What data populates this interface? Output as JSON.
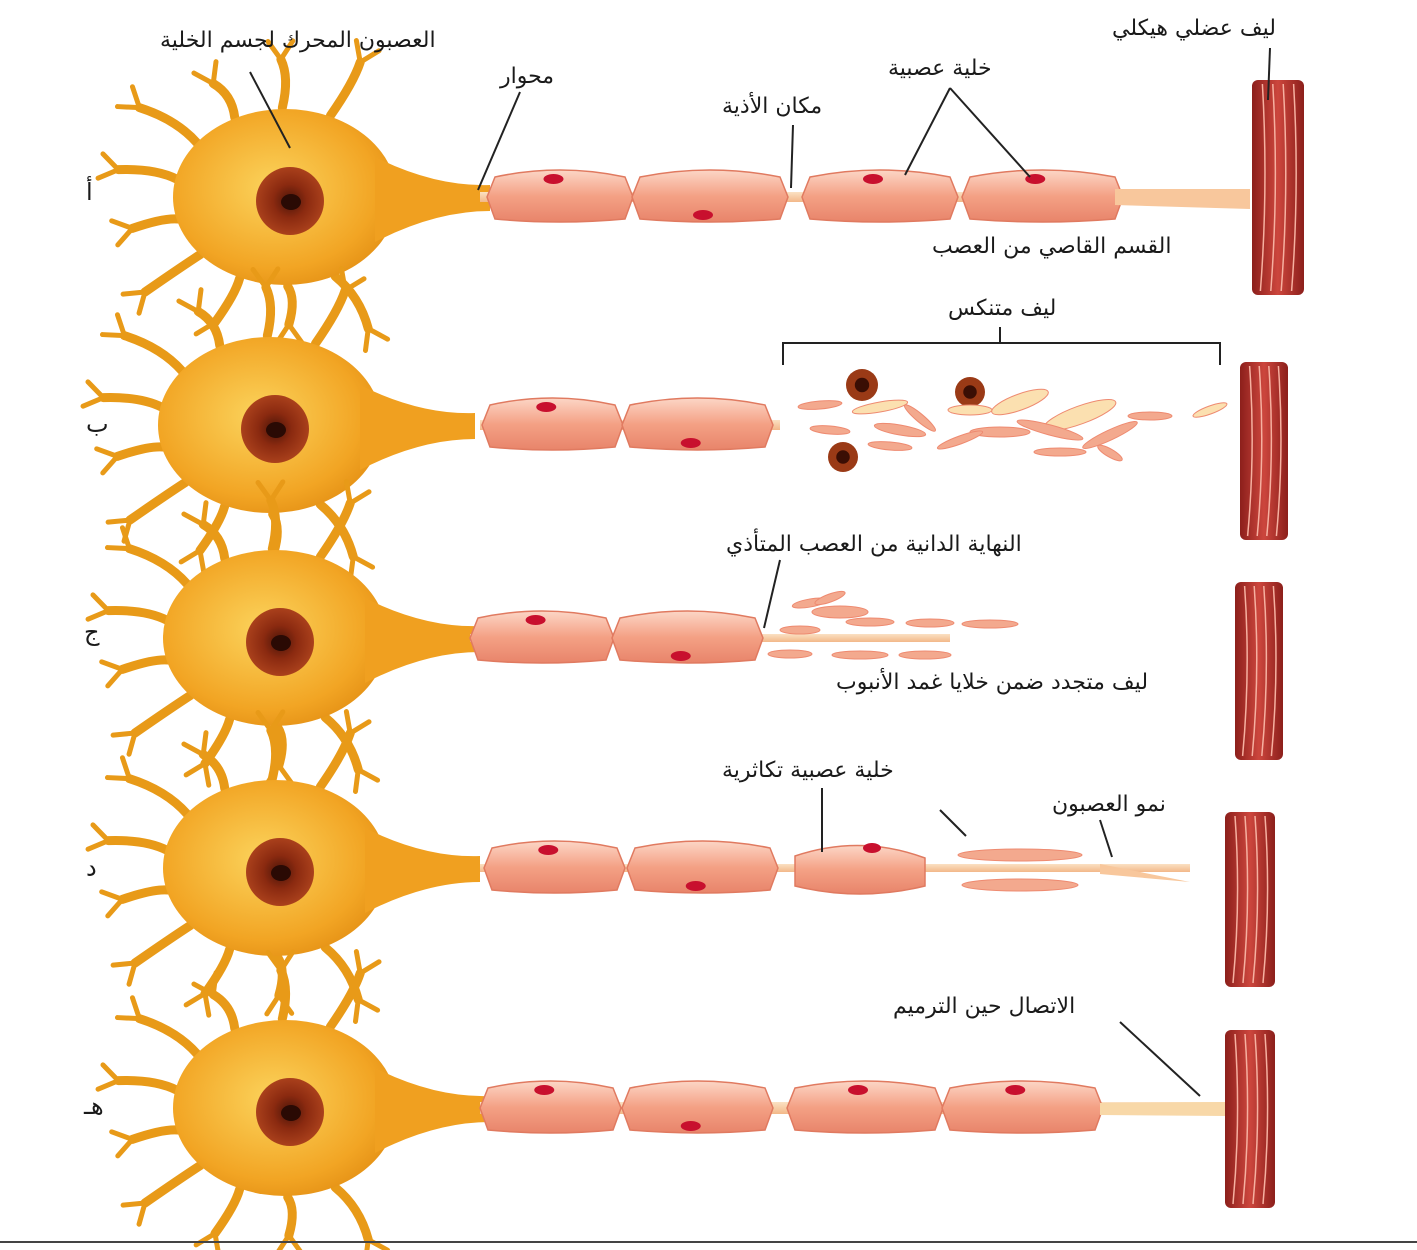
{
  "labels": {
    "motor_neuron": "العصبون المحرك لجسم الخلية",
    "axon": "محوار",
    "injury_site": "مكان الأذية",
    "schwann_cell": "خلية عصبية",
    "skeletal_muscle_fiber": "ليف عضلي هيكلي",
    "distal_segment": "القسم القاصي من العصب",
    "degenerating_fiber": "ليف متنكس",
    "proximal_end": "النهاية الدانية من العصب المتأذي",
    "regenerating_fiber": "ليف متجدد ضمن خلايا غمد الأنبوب",
    "proliferating_schwann": "خلية عصبية تكاثرية",
    "neuron_growth": "نمو العصبون",
    "reconnection": "الاتصال حين الترميم"
  },
  "rows": [
    "أ",
    "ب",
    "ج",
    "د",
    "هـ"
  ],
  "colors": {
    "soma": "#f0a020",
    "soma_light": "#f7c84a",
    "nucleus": "#8b2a10",
    "schwann": "#f2987c",
    "schwann_light": "#fbd2bf",
    "axon": "#f8cfa4",
    "muscle": "#b8312c",
    "debris": "#f3a98e",
    "debris_light": "#f8d7a8"
  }
}
